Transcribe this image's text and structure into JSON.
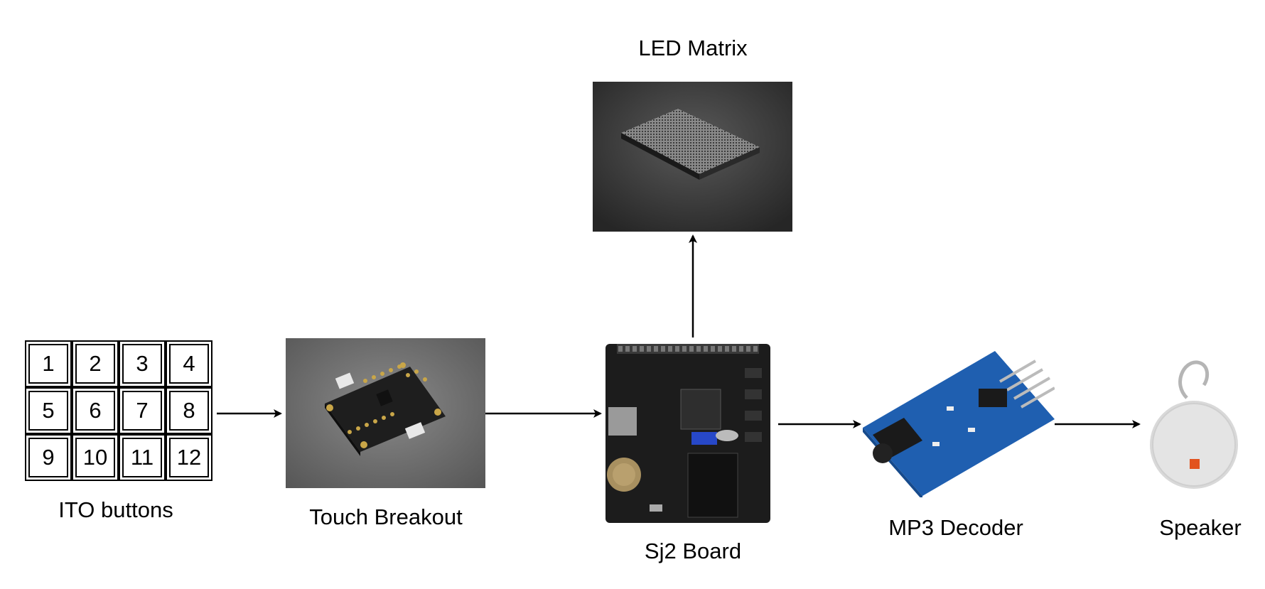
{
  "diagram": {
    "ito": {
      "label": "ITO buttons",
      "buttons": [
        "1",
        "2",
        "3",
        "4",
        "5",
        "6",
        "7",
        "8",
        "9",
        "10",
        "11",
        "12"
      ]
    },
    "touch_breakout": {
      "label": "Touch Breakout"
    },
    "sj2_board": {
      "label": "Sj2 Board"
    },
    "led_matrix": {
      "label": "LED Matrix"
    },
    "mp3_decoder": {
      "label": "MP3 Decoder"
    },
    "speaker": {
      "label": "Speaker"
    }
  },
  "colors": {
    "arrow": "#000000",
    "photo_gray_bg": "#6e6e6e",
    "led_bg": "#3a3a3a",
    "pcb_black": "#1c1c1c",
    "pcb_blue": "#1f5fb0",
    "speaker_gray": "#d9d9d9",
    "jbl_orange": "#e2531e"
  }
}
